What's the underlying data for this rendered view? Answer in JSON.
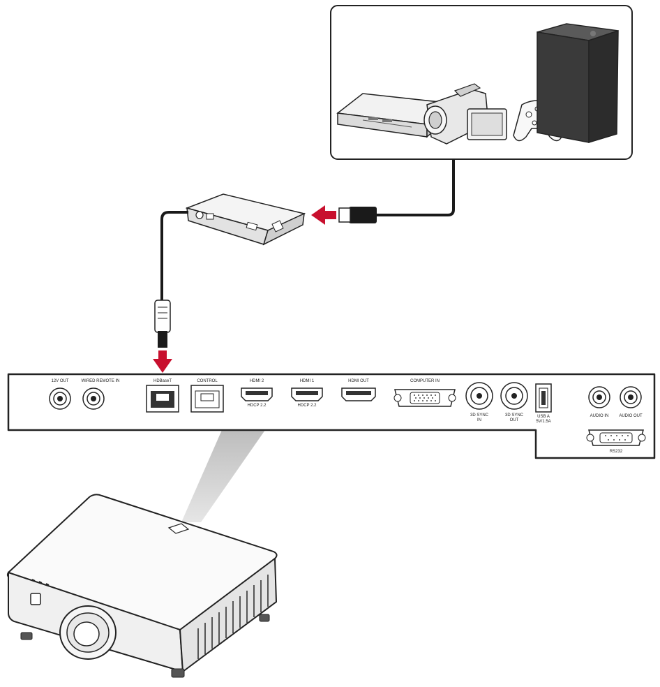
{
  "colors": {
    "arrow": "#c8102e",
    "line": "#1a1a1a",
    "device_fill": "#f4f4f4",
    "device_shade": "#d6d6d6",
    "beam": "#c9c9c9"
  },
  "source_devices": {
    "items": [
      {
        "name": "blu-ray-player",
        "icon": "blu-ray-player-icon"
      },
      {
        "name": "camcorder",
        "icon": "camcorder-icon"
      },
      {
        "name": "game-controller",
        "icon": "game-controller-icon"
      },
      {
        "name": "game-console",
        "icon": "game-console-icon"
      }
    ]
  },
  "transmitter": {
    "icon": "hdbaset-transmitter-icon"
  },
  "connectors": {
    "hdmi_plug": "hdmi-plug-icon",
    "rj45_plug": "rj45-plug-icon"
  },
  "panel": {
    "ports": {
      "twelve_v_out": "12V OUT",
      "wired_remote_in": "WIRED REMOTE IN",
      "hdbaset": "HDBaseT",
      "control": "CONTROL",
      "hdmi2": "HDMI 2",
      "hdmi2_sub": "HDCP 2.2",
      "hdmi1": "HDMI 1",
      "hdmi1_sub": "HDCP 2.2",
      "hdmi_out": "HDMI OUT",
      "computer_in": "COMPUTER IN",
      "sync_in_1": "3D SYNC",
      "sync_in_2": "IN",
      "sync_out_1": "3D SYNC",
      "sync_out_2": "OUT",
      "usb_1": "USB A",
      "usb_2": "5V/1.5A",
      "audio_in": "AUDIO IN",
      "audio_out": "AUDIO OUT",
      "rs232": "RS232"
    }
  },
  "projector": {
    "icon": "projector-icon"
  }
}
